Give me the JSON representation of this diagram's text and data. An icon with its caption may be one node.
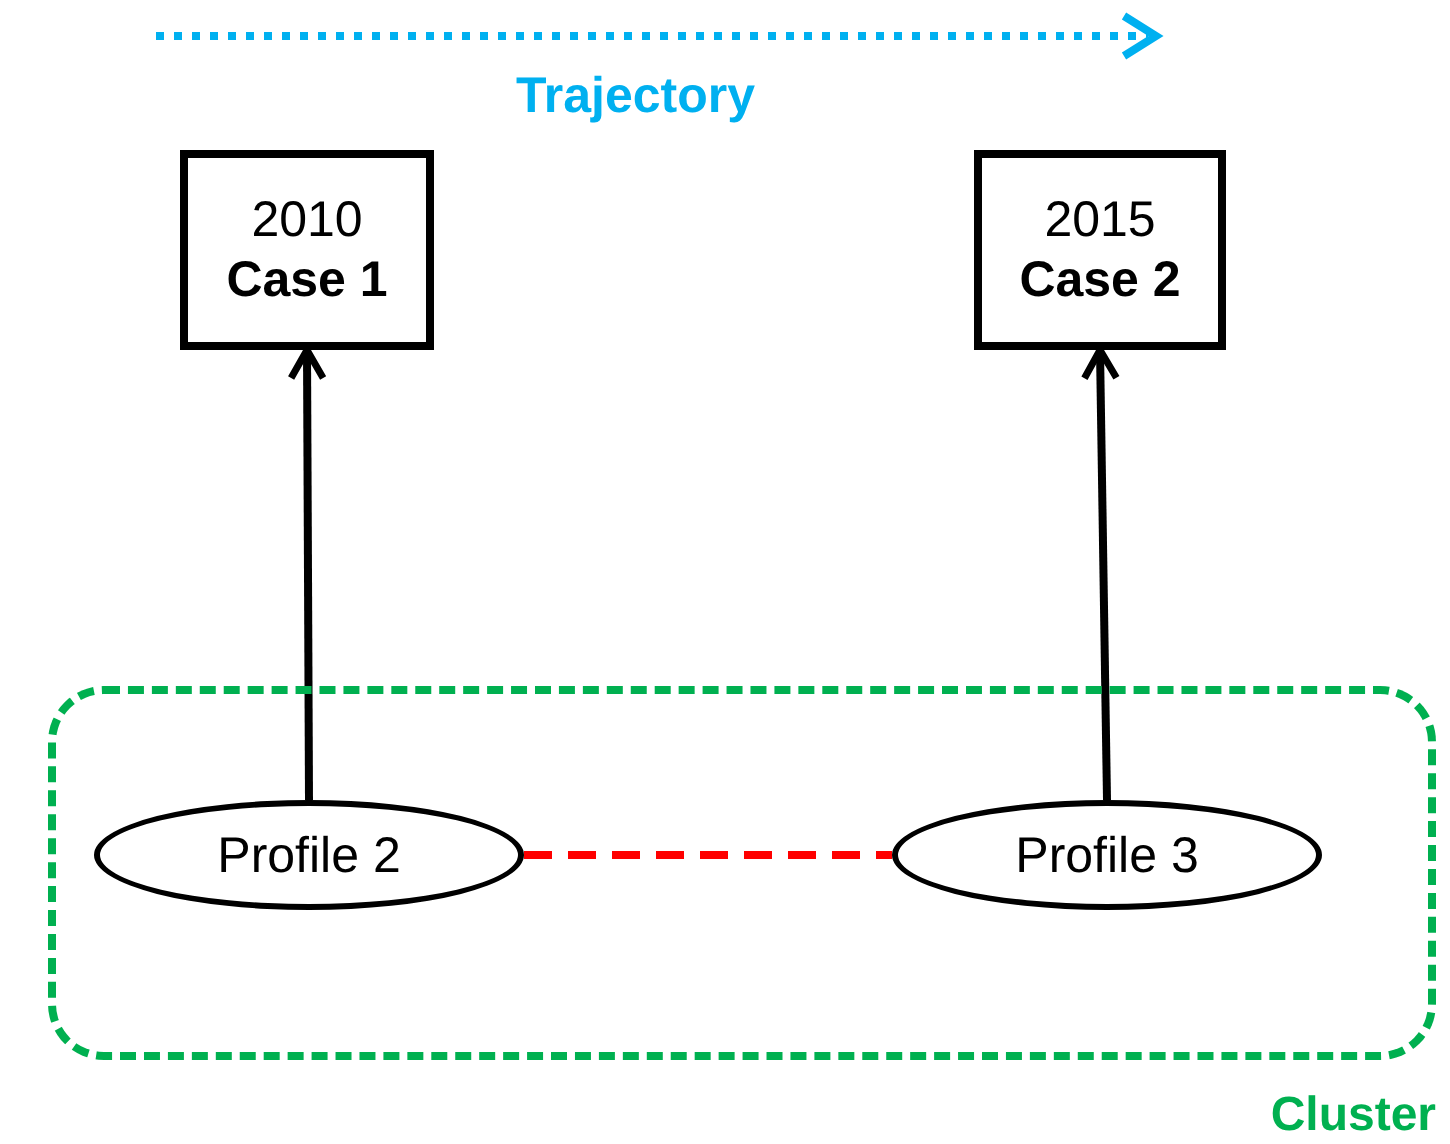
{
  "diagram": {
    "nodes": [
      {
        "text": [
          "2010",
          "Case 1"
        ]
      },
      {
        "text": [
          "2015",
          "Case 2"
        ]
      },
      {
        "text": [
          "Cluster"
        ]
      },
      {
        "text": [
          "Profile 2"
        ],
        "in": 2
      },
      {
        "text": [
          "Profile 3"
        ],
        "in": 2
      }
    ],
    "edges": [
      {
        "from": 3,
        "to": 0,
        "arrow": "to"
      },
      {
        "from": 4,
        "to": 1,
        "arrow": "to"
      },
      {
        "from": 3,
        "to": 4,
        "arrow": "none",
        "style": "dashed",
        "color": "#ff0000"
      }
    ],
    "labels": [
      "Trajectory"
    ]
  }
}
